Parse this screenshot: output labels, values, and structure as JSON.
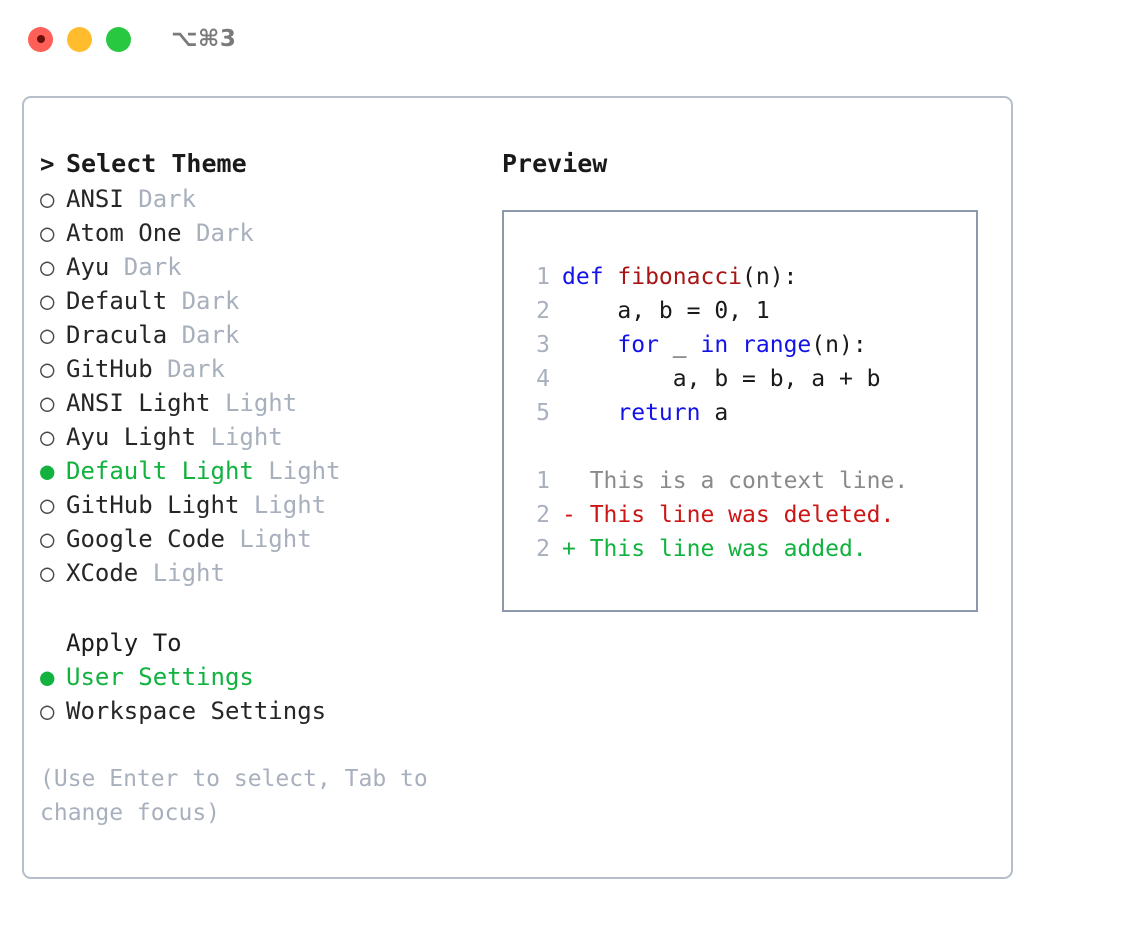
{
  "titlebar": {
    "shortcut": "⌥⌘3",
    "buttons": [
      {
        "name": "close",
        "color": "#ff5f57"
      },
      {
        "name": "minimize",
        "color": "#ffbd2e"
      },
      {
        "name": "maximize",
        "color": "#28c840"
      }
    ]
  },
  "theme_picker": {
    "header_prefix": ">",
    "header": "Select Theme",
    "bullet_selected": "●",
    "bullet_unselected": "○",
    "items": [
      {
        "name": "ANSI",
        "kind": "Dark",
        "selected": false
      },
      {
        "name": "Atom One",
        "kind": "Dark",
        "selected": false
      },
      {
        "name": "Ayu",
        "kind": "Dark",
        "selected": false
      },
      {
        "name": "Default",
        "kind": "Dark",
        "selected": false
      },
      {
        "name": "Dracula",
        "kind": "Dark",
        "selected": false
      },
      {
        "name": "GitHub",
        "kind": "Dark",
        "selected": false
      },
      {
        "name": "ANSI Light",
        "kind": "Light",
        "selected": false
      },
      {
        "name": "Ayu Light",
        "kind": "Light",
        "selected": false
      },
      {
        "name": "Default Light",
        "kind": "Light",
        "selected": true
      },
      {
        "name": "GitHub Light",
        "kind": "Light",
        "selected": false
      },
      {
        "name": "Google Code",
        "kind": "Light",
        "selected": false
      },
      {
        "name": "XCode",
        "kind": "Light",
        "selected": false
      }
    ]
  },
  "apply_to": {
    "label": "Apply To",
    "options": [
      {
        "label": "User Settings",
        "selected": true
      },
      {
        "label": "Workspace Settings",
        "selected": false
      }
    ]
  },
  "hint": {
    "line1": "(Use Enter to select, Tab to",
    "line2": "change focus)"
  },
  "preview": {
    "title": "Preview",
    "code": [
      {
        "ln": "1",
        "tokens": [
          {
            "t": "def ",
            "c": "kw"
          },
          {
            "t": "fibonacci",
            "c": "fn"
          },
          {
            "t": "(n):",
            "c": "plain"
          }
        ]
      },
      {
        "ln": "2",
        "tokens": [
          {
            "t": "    a, b = 0, 1",
            "c": "plain"
          }
        ]
      },
      {
        "ln": "3",
        "tokens": [
          {
            "t": "    ",
            "c": "plain"
          },
          {
            "t": "for",
            "c": "kw"
          },
          {
            "t": " _ ",
            "c": "plain"
          },
          {
            "t": "in",
            "c": "kw"
          },
          {
            "t": " ",
            "c": "plain"
          },
          {
            "t": "range",
            "c": "kw"
          },
          {
            "t": "(n):",
            "c": "plain"
          }
        ]
      },
      {
        "ln": "4",
        "tokens": [
          {
            "t": "        a, b = b, a + b",
            "c": "plain"
          }
        ]
      },
      {
        "ln": "5",
        "tokens": [
          {
            "t": "    ",
            "c": "plain"
          },
          {
            "t": "return",
            "c": "kw"
          },
          {
            "t": " a",
            "c": "plain"
          }
        ]
      }
    ],
    "diff": [
      {
        "ln": "1",
        "marker": " ",
        "text": "This is a context line.",
        "kind": "ctx"
      },
      {
        "ln": "2",
        "marker": "-",
        "text": "This line was deleted.",
        "kind": "del"
      },
      {
        "ln": "2",
        "marker": "+",
        "text": "This line was added.",
        "kind": "add"
      }
    ]
  },
  "colors": {
    "accent_green": "#12b23f",
    "muted": "#a8b0bd",
    "keyword_blue": "#1313e8",
    "function_red": "#a81515",
    "diff_delete": "#cc1616",
    "diff_add": "#12b23f",
    "panel_border": "#b6bec9",
    "preview_border": "#8d99aa"
  }
}
